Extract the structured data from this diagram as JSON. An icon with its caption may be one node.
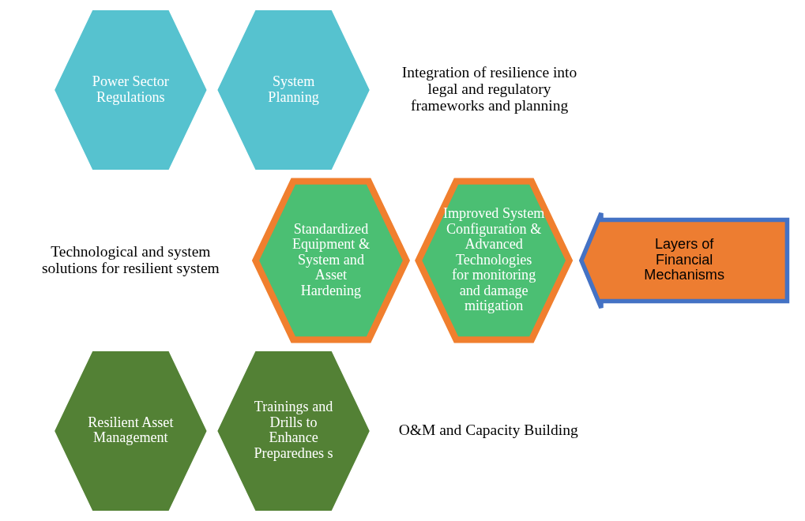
{
  "diagram": {
    "nodes": [
      {
        "text": [
          "Power Sector Regulations"
        ]
      },
      {
        "text": [
          "System Planning"
        ]
      },
      {
        "text": [
          "Standardized Equipment & System and Asset Hardening"
        ]
      },
      {
        "text": [
          "Improved System Configuration & Advanced Technologies for monitoring and damage mitigation"
        ]
      },
      {
        "text": [
          "Layers of Financial Mechanisms"
        ]
      },
      {
        "text": [
          "Resilient Asset Management"
        ]
      },
      {
        "text": [
          "Trainings and Drills to Enhance Preparednes s"
        ]
      }
    ],
    "edges": [],
    "labels": [
      "Integration of resilience into legal and regulatory frameworks and planning",
      "Technological and system solutions for resilient system",
      "O&M and Capacity Building"
    ]
  }
}
